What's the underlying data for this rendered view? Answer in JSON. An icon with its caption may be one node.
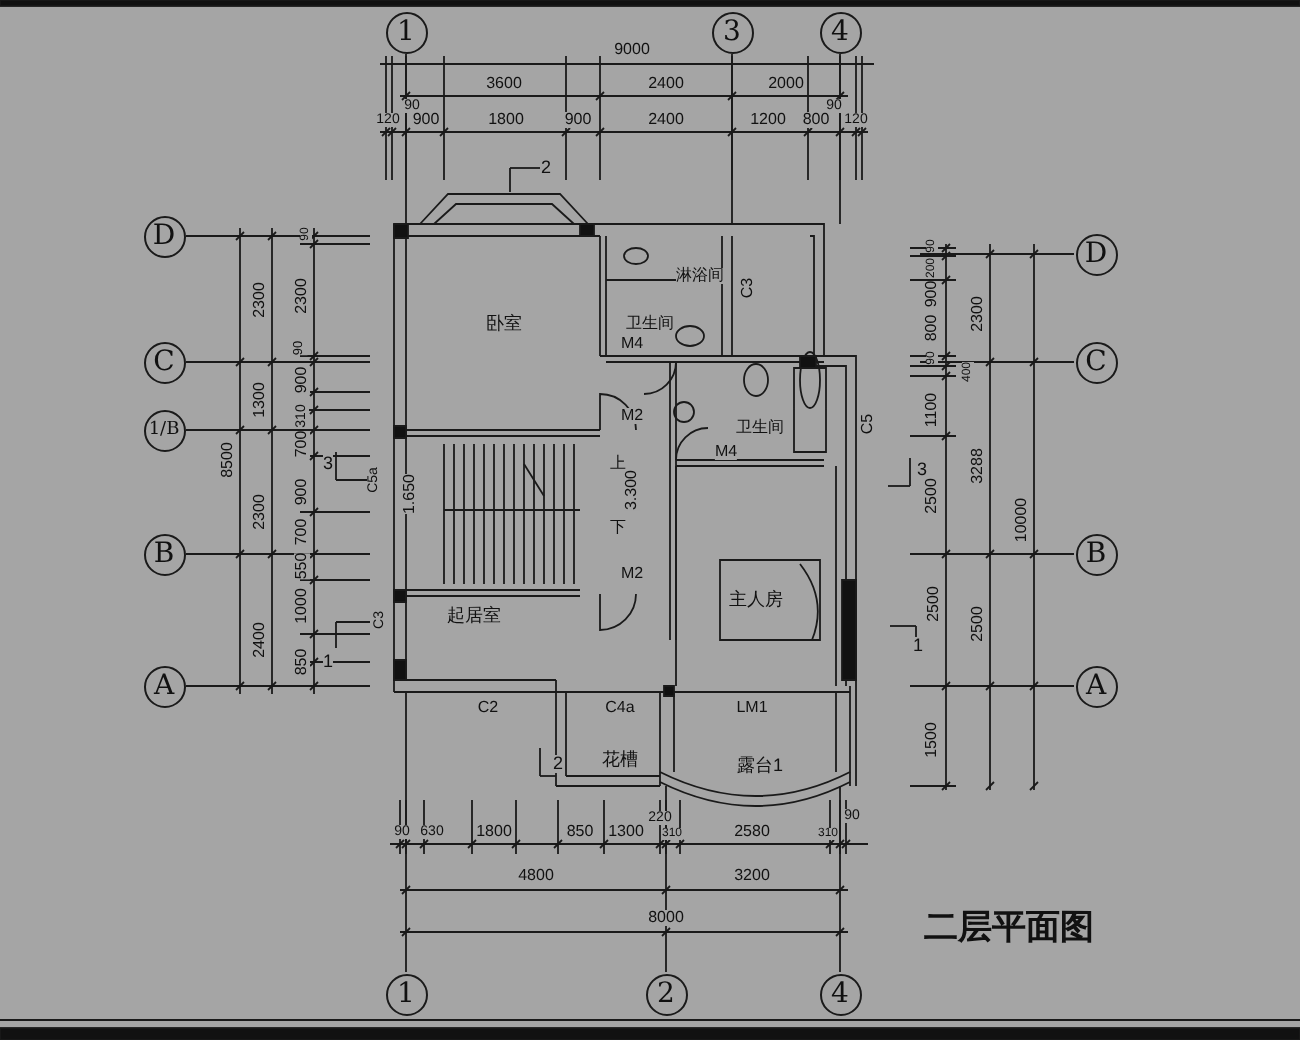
{
  "diagram": {
    "title": "二层平面图",
    "nodes": [
      {
        "text": [
          "1"
        ]
      },
      {
        "text": [
          "3"
        ]
      },
      {
        "text": [
          "4"
        ]
      },
      {
        "text": [
          "D"
        ]
      },
      {
        "text": [
          "C"
        ]
      },
      {
        "text": [
          "1/B"
        ]
      },
      {
        "text": [
          "B"
        ]
      },
      {
        "text": [
          "A"
        ]
      },
      {
        "text": [
          "D"
        ]
      },
      {
        "text": [
          "C"
        ]
      },
      {
        "text": [
          "B"
        ]
      },
      {
        "text": [
          "A"
        ]
      },
      {
        "text": [
          "1"
        ]
      },
      {
        "text": [
          "2"
        ]
      },
      {
        "text": [
          "4"
        ]
      }
    ],
    "labels": [
      "9000",
      "3600",
      "2400",
      "2000",
      "90",
      "90",
      "120",
      "900",
      "1800",
      "900",
      "2400",
      "1200",
      "800",
      "120",
      "2",
      "90",
      "2300",
      "2300",
      "卧室",
      "淋浴间",
      "C3",
      "卫生间",
      "90",
      "M4",
      "1300",
      "900",
      "310",
      "M2",
      "卫生间",
      "C5",
      "700",
      "M4",
      "3",
      "上",
      "C5a",
      "1.650",
      "3.300",
      "900",
      "2300",
      "8500",
      "下",
      "700",
      "550",
      "M2",
      "主人房",
      "1000",
      "2400",
      "C3",
      "起居室",
      "1",
      "850",
      "C2",
      "C4a",
      "LM1",
      "2",
      "花槽",
      "露台1",
      "90",
      "200",
      "900",
      "800",
      "2300",
      "90",
      "400",
      "1100",
      "3288",
      "3",
      "2500",
      "10000",
      "1",
      "2500",
      "2500",
      "1500",
      "220",
      "90",
      "90",
      "630",
      "1800",
      "850",
      "1300",
      "310",
      "2580",
      "310",
      "4800",
      "3200",
      "8000"
    ]
  }
}
